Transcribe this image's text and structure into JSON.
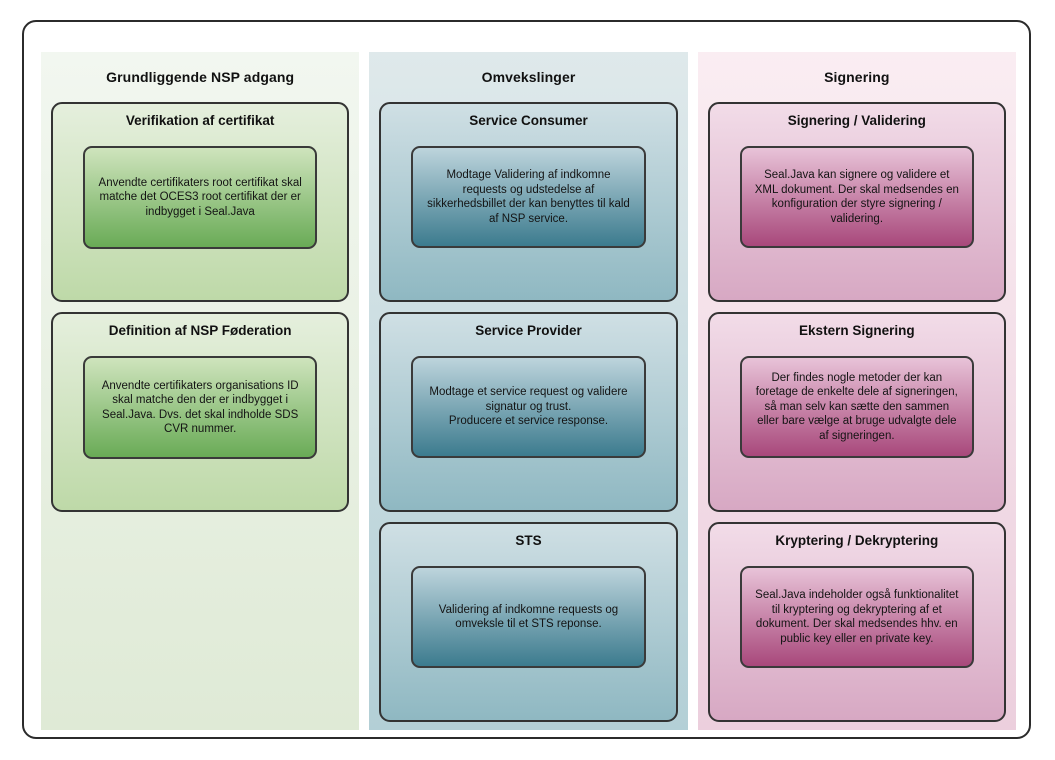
{
  "diagram": {
    "columns": [
      {
        "id": "grundlaeggende",
        "theme": "green",
        "title": "Grundliggende NSP adgang",
        "cards": [
          {
            "id": "verifikation",
            "title": "Verifikation af certifikat",
            "note": "Anvendte certifikaters root certifikat skal matche det OCES3 root certifikat der er indbygget i Seal.Java"
          },
          {
            "id": "foederation",
            "title": "Definition af NSP Føderation",
            "note": "Anvendte certifikaters organisations ID skal matche den der er indbygget i Seal.Java. Dvs. det skal indholde SDS CVR nummer."
          }
        ]
      },
      {
        "id": "omvekslinger",
        "theme": "blue",
        "title": "Omvekslinger",
        "cards": [
          {
            "id": "service-consumer",
            "title": "Service Consumer",
            "note": "Modtage Validering af indkomne requests og udstedelse af sikkerhedsbillet der kan benyttes til kald af NSP service."
          },
          {
            "id": "service-provider",
            "title": "Service Provider",
            "note": "Modtage et service request og validere signatur og trust.\nProducere et service response."
          },
          {
            "id": "sts",
            "title": "STS",
            "note": "Validering af indkomne requests og omveksle til et STS reponse."
          }
        ]
      },
      {
        "id": "signering",
        "theme": "pink",
        "title": "Signering",
        "cards": [
          {
            "id": "signering-validering",
            "title": "Signering / Validering",
            "note": "Seal.Java kan signere og validere et XML dokument. Der skal medsendes en konfiguration der styre signering / validering."
          },
          {
            "id": "ekstern-signering",
            "title": "Ekstern Signering",
            "note": "Der findes nogle metoder der kan foretage de enkelte dele af signeringen, så man selv kan sætte den sammen eller bare vælge at bruge udvalgte dele af signeringen."
          },
          {
            "id": "kryptering",
            "title": "Kryptering / Dekryptering",
            "note": "Seal.Java indeholder også funktionalitet til kryptering og dekryptering af et dokument. Der skal medsendes hhv. en public key eller en private key."
          }
        ]
      }
    ]
  },
  "colors": {
    "frame_border": "#2b2b2b",
    "card_border": "#333333",
    "note_border": "#3a3a3a",
    "green_column_top": "#f2f7f0",
    "green_column_bottom": "#dfead6",
    "green_card_top": "#e5efdd",
    "green_card_bottom": "#bed9a8",
    "green_note_top": "#cfe4bd",
    "green_note_bottom": "#69ab56",
    "blue_column_top": "#dfe9eb",
    "blue_column_bottom": "#b3cfd6",
    "blue_card_top": "#cfdfe4",
    "blue_card_bottom": "#8fb8c2",
    "blue_note_top": "#bdd4dc",
    "blue_note_bottom": "#3c7b8e",
    "pink_column_top": "#faedf2",
    "pink_column_bottom": "#eccfdd",
    "pink_card_top": "#f2dce8",
    "pink_card_bottom": "#d7a8c3",
    "pink_note_top": "#e8c3d8",
    "pink_note_bottom": "#a8487b",
    "text": "#111111"
  }
}
